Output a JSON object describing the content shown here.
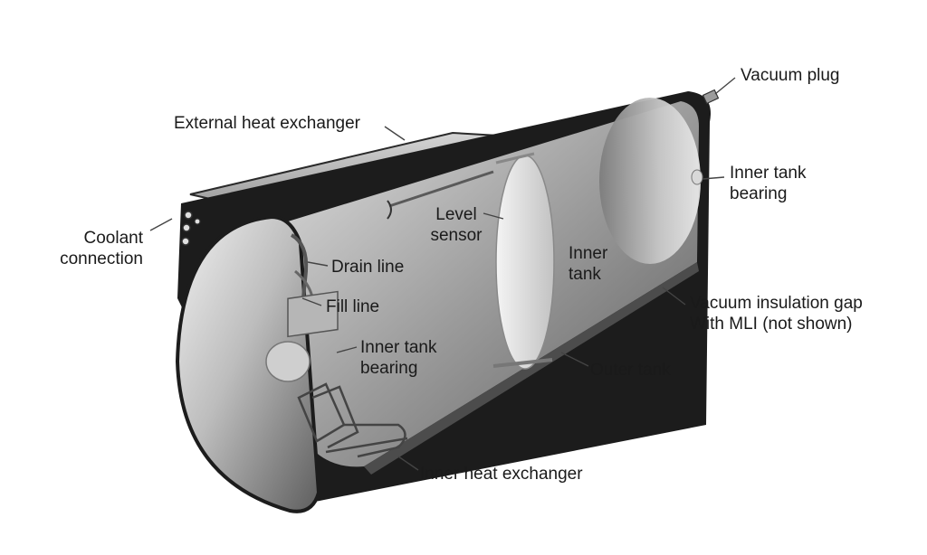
{
  "labels": {
    "vacuum_plug": "Vacuum plug",
    "external_heat_exchanger": "External heat exchanger",
    "inner_tank_bearing_right": "Inner tank\nbearing",
    "coolant_connection": "Coolant\nconnection",
    "level_sensor": "Level\nsensor",
    "inner_tank": "Inner\ntank",
    "drain_line": "Drain line",
    "fill_line": "Fill line",
    "vacuum_insulation_gap": "Vacuum insulation gap\nWith MLI (not shown)",
    "inner_tank_bearing_left": "Inner tank\nbearing",
    "outer_tank": "Outer tank",
    "inner_heat_exchanger": "Inner heat exchanger"
  },
  "colors": {
    "outer_shell": "#1c1c1c",
    "tank_light": "#d9d9d9",
    "tank_mid": "#a8a8a8",
    "tank_dark": "#6e6e6e",
    "leader_line": "#444444"
  }
}
